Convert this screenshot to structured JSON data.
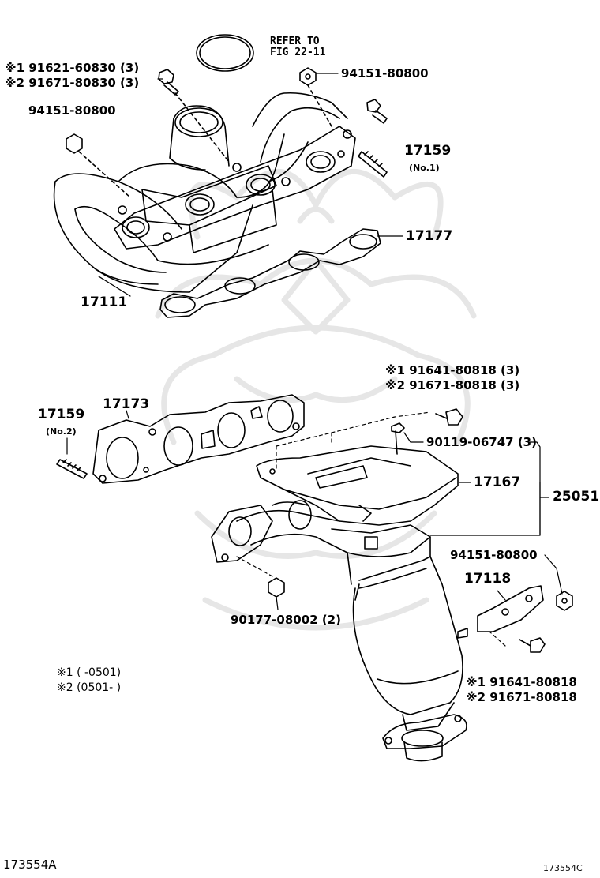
{
  "refer_note": {
    "line1": "REFER TO",
    "line2": "FIG 22-11"
  },
  "parts": {
    "bolt_top_1": "※1 91621-60830 (3)",
    "bolt_top_2": "※2 91671-80830 (3)",
    "nut_top_right": "94151-80800",
    "nut_top_left": "94151-80800",
    "stud_no1": "17159",
    "stud_no1_sub": "(No.1)",
    "gasket_upper": "17177",
    "manifold": "17111",
    "stud_no2": "17159",
    "stud_no2_sub": "(No.2)",
    "gasket_lower": "17173",
    "bolt_mid_1": "※1  91641-80818 (3)",
    "bolt_mid_2": "※2  91671-80818 (3)",
    "bolt_small": "90119-06747 (3)",
    "heat_insulator": "17167",
    "assembly": "25051",
    "nut_bracket": "94151-80800",
    "bracket": "17118",
    "nut_lower": "90177-08002 (2)",
    "bolt_bottom_1": "※1 91641-80818",
    "bolt_bottom_2": "※2 91671-80818"
  },
  "legend": {
    "note1": "※1  (      -0501)",
    "note2": "※2  (0501-      )"
  },
  "footer": {
    "left_code": "173554A",
    "right_code": "173554C"
  },
  "colors": {
    "ink": "#000000",
    "watermark": "#e6e6e6",
    "paper": "#ffffff"
  }
}
